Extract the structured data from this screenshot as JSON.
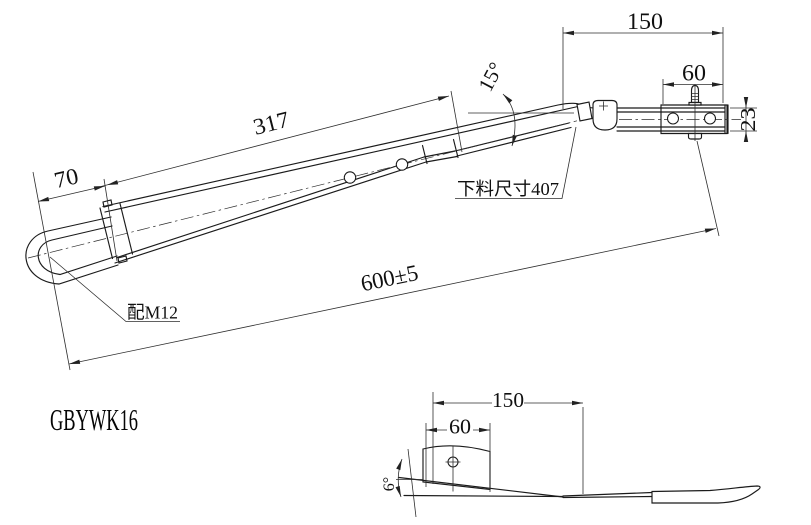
{
  "drawing": {
    "part_number": "GBYWK16",
    "main_view": {
      "dim_150": "150",
      "dim_60": "60",
      "dim_23": "23",
      "dim_317": "317",
      "dim_70": "70",
      "dim_600": "600±5",
      "angle_15": "15°",
      "note_blank": "下料尺寸407",
      "note_m12": "配M12"
    },
    "detail_view": {
      "dim_150": "150",
      "dim_60": "60",
      "angle_6": "6°"
    },
    "line_color": "#1b1b1b",
    "background": "#ffffff"
  }
}
